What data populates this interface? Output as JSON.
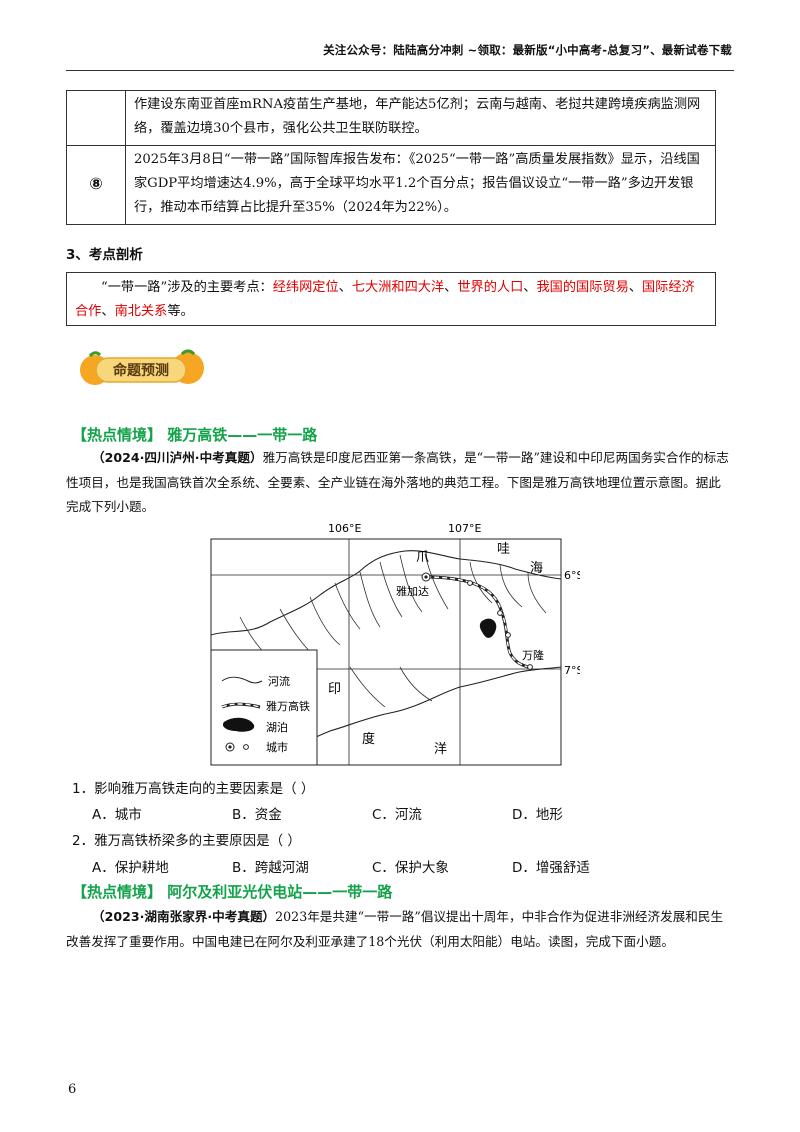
{
  "header": {
    "text": "关注公众号：陆陆高分冲刺 ~领取：最新版“小中高考-总复习”、最新试卷下载"
  },
  "top_table": {
    "row1_text": "作建设东南亚首座mRNA疫苗生产基地，年产能达5亿剂；云南与越南、老挝共建跨境疾病监测网络，覆盖边境30个县市，强化公共卫生联防联控。",
    "row2_num": "⑧",
    "row2_text": "2025年3月8日“一带一路”国际智库报告发布：《2025“一带一路”高质量发展指数》显示，沿线国家GDP平均增速达4.9%，高于全球平均水平1.2个百分点；报告倡议设立“一带一路”多边开发银行，推动本币结算占比提升至35%（2024年为22%）。"
  },
  "section3": {
    "title": "3、考点剖析",
    "intro": "“一带一路”涉及的主要考点：",
    "points": [
      "经纬网定位",
      "七大洲和四大洋",
      "世界的人口",
      "我国的国际贸易",
      "国际经济合作",
      "南北关系"
    ],
    "sep": "、",
    "ending": "等。"
  },
  "badge": {
    "label": "命题预测"
  },
  "hot1": {
    "title": "【热点情境】  雅万高铁——一带一路",
    "source": "（2024·四川泸州·中考真题）",
    "text": "雅万高铁是印度尼西亚第一条高铁，是“一带一路”建设和中印尼两国务实合作的标志性项目，也是我国高铁首次全系统、全要素、全产业链在海外落地的典范工程。下图是雅万高铁地理位置示意图。据此完成下列小题。"
  },
  "map": {
    "lon_labels": [
      "106°E",
      "107°E"
    ],
    "lat_labels": [
      "6°S",
      "7°S"
    ],
    "place_labels": {
      "java1": "爪",
      "java2": "哇",
      "sea": "海",
      "jakarta": "雅加达",
      "bandung": "万隆",
      "indian1": "印",
      "indian2": "度",
      "indian3": "洋"
    },
    "legend": {
      "river": "河流",
      "rail": "雅万高铁",
      "lake": "湖泊",
      "city": "城市"
    }
  },
  "q1": {
    "stem": "1．影响雅万高铁走向的主要因素是（   ）",
    "options": [
      "A．城市",
      "B．资金",
      "C．河流",
      "D．地形"
    ]
  },
  "q2": {
    "stem": "2．雅万高铁桥梁多的主要原因是（   ）",
    "options": [
      "A．保护耕地",
      "B．跨越河湖",
      "C．保护大象",
      "D．增强舒适"
    ]
  },
  "hot2": {
    "title": "【热点情境】  阿尔及利亚光伏电站——一带一路",
    "source": "（2023·湖南张家界·中考真题）",
    "text": "2023年是共建“一带一路”倡议提出十周年，中非合作为促进非洲经济发展和民生改善发挥了重要作用。中国电建已在阿尔及利亚承建了18个光伏（利用太阳能）电站。读图，完成下面小题。"
  },
  "page_number": "6"
}
